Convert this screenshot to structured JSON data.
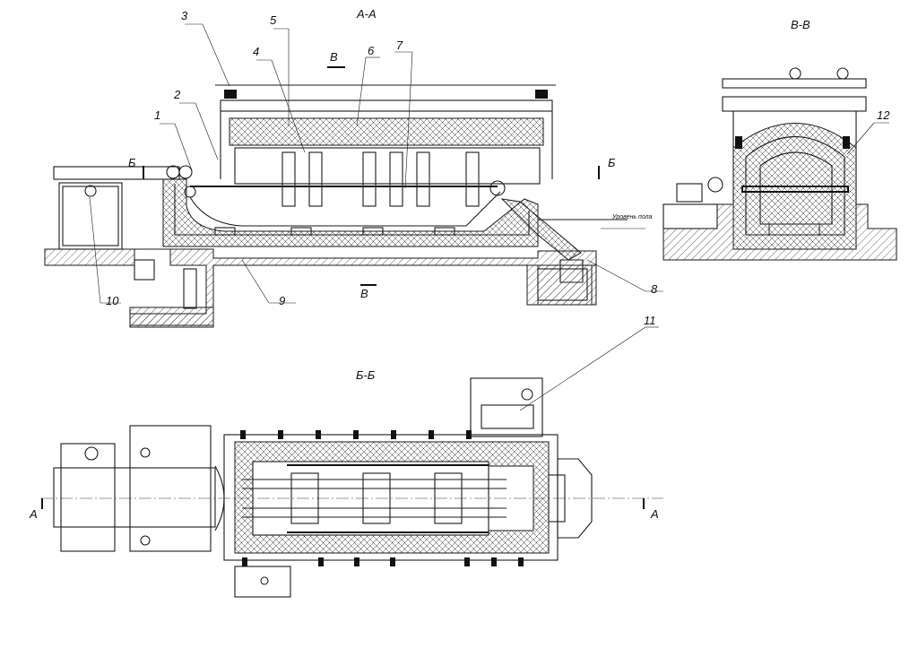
{
  "sections": {
    "aa": "А-А",
    "bb": "Б-Б",
    "vv": "В-В"
  },
  "markers": {
    "a_left": "А",
    "a_right": "А",
    "b_left": "Б",
    "b_right": "Б",
    "v_top": "В",
    "v_bottom": "В"
  },
  "floor_level": "Уровень пола",
  "callouts": [
    "1",
    "2",
    "3",
    "4",
    "5",
    "6",
    "7",
    "8",
    "9",
    "10",
    "11",
    "12"
  ]
}
